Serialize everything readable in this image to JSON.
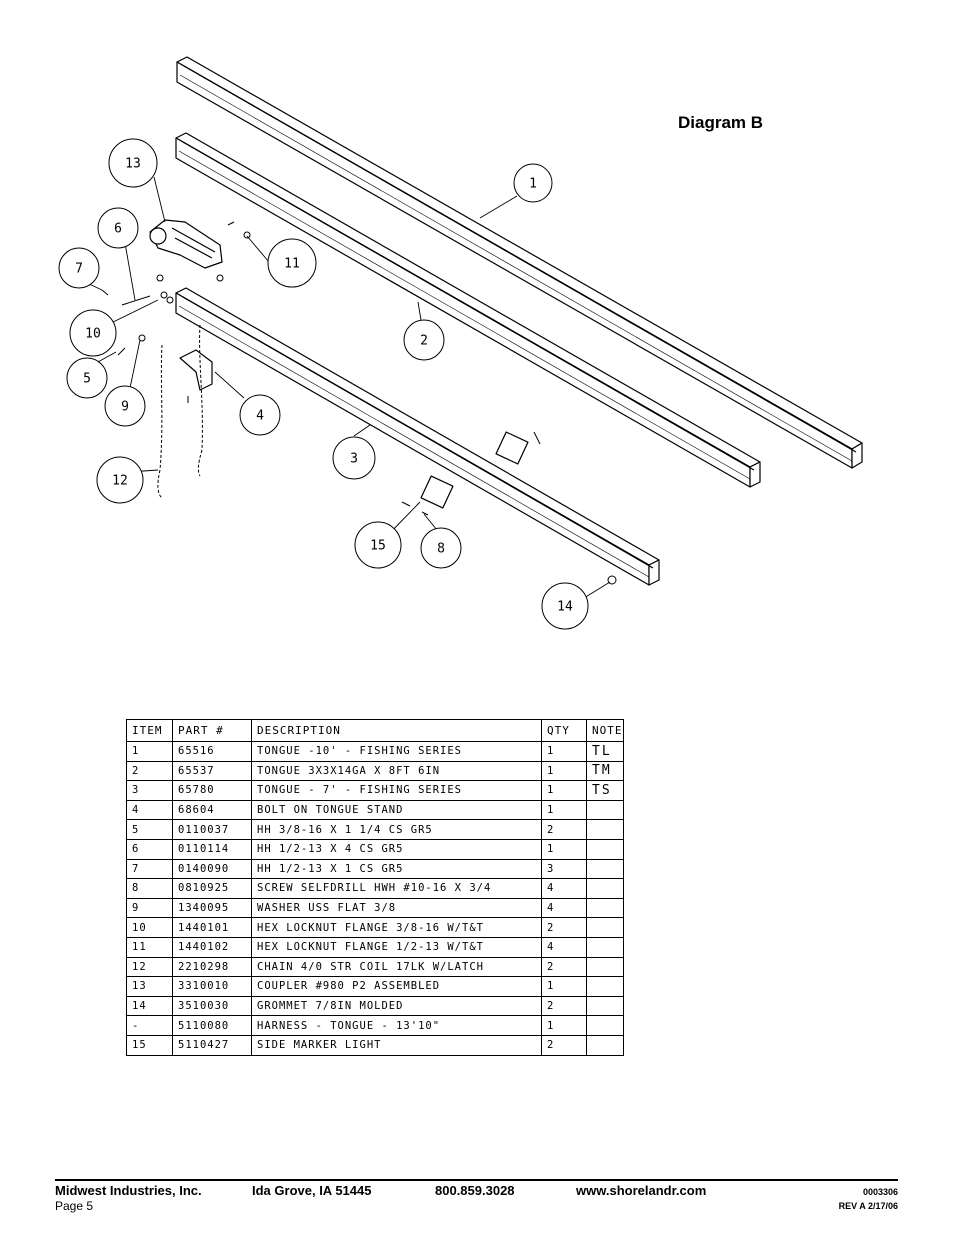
{
  "diagram": {
    "title": "Diagram B",
    "callouts": [
      "1",
      "2",
      "3",
      "4",
      "5",
      "6",
      "7",
      "8",
      "9",
      "10",
      "11",
      "12",
      "13",
      "14",
      "15"
    ]
  },
  "table": {
    "headers": [
      "ITEM",
      "PART #",
      "DESCRIPTION",
      "QTY",
      "NOTE"
    ],
    "rows": [
      [
        "1",
        "65516",
        "TONGUE -10' - FISHING SERIES",
        "1",
        "TL"
      ],
      [
        "2",
        "65537",
        "TONGUE 3X3X14GA X 8FT 6IN",
        "1",
        "TM"
      ],
      [
        "3",
        "65780",
        "TONGUE - 7' - FISHING SERIES",
        "1",
        "TS"
      ],
      [
        "4",
        "68604",
        "BOLT ON TONGUE STAND",
        "1",
        ""
      ],
      [
        "5",
        "0110037",
        "HH 3/8-16 X 1 1/4 CS GR5",
        "2",
        ""
      ],
      [
        "6",
        "0110114",
        "HH 1/2-13 X 4 CS GR5",
        "1",
        ""
      ],
      [
        "7",
        "0140090",
        "HH 1/2-13 X 1 CS GR5",
        "3",
        ""
      ],
      [
        "8",
        "0810925",
        "SCREW SELFDRILL HWH #10-16 X 3/4",
        "4",
        ""
      ],
      [
        "9",
        "1340095",
        "WASHER USS FLAT 3/8",
        "4",
        ""
      ],
      [
        "10",
        "1440101",
        "HEX LOCKNUT FLANGE 3/8-16 W/T&T",
        "2",
        ""
      ],
      [
        "11",
        "1440102",
        "HEX LOCKNUT FLANGE 1/2-13 W/T&T",
        "4",
        ""
      ],
      [
        "12",
        "2210298",
        "CHAIN 4/0 STR COIL 17LK W/LATCH",
        "2",
        ""
      ],
      [
        "13",
        "3310010",
        "COUPLER #980 P2 ASSEMBLED",
        "1",
        ""
      ],
      [
        "14",
        "3510030",
        "GROMMET  7/8IN MOLDED",
        "2",
        ""
      ],
      [
        "-",
        "5110080",
        "HARNESS - TONGUE - 13'10\"",
        "1",
        ""
      ],
      [
        "15",
        "5110427",
        "SIDE MARKER LIGHT",
        "2",
        ""
      ]
    ]
  },
  "footer": {
    "company": "Midwest Industries, Inc.",
    "city": "Ida Grove, IA  51445",
    "phone": "800.859.3028",
    "website": "www.shorelandr.com",
    "page": "Page 5",
    "doc_number": "0003306",
    "revision": "REV  A   2/17/06"
  }
}
